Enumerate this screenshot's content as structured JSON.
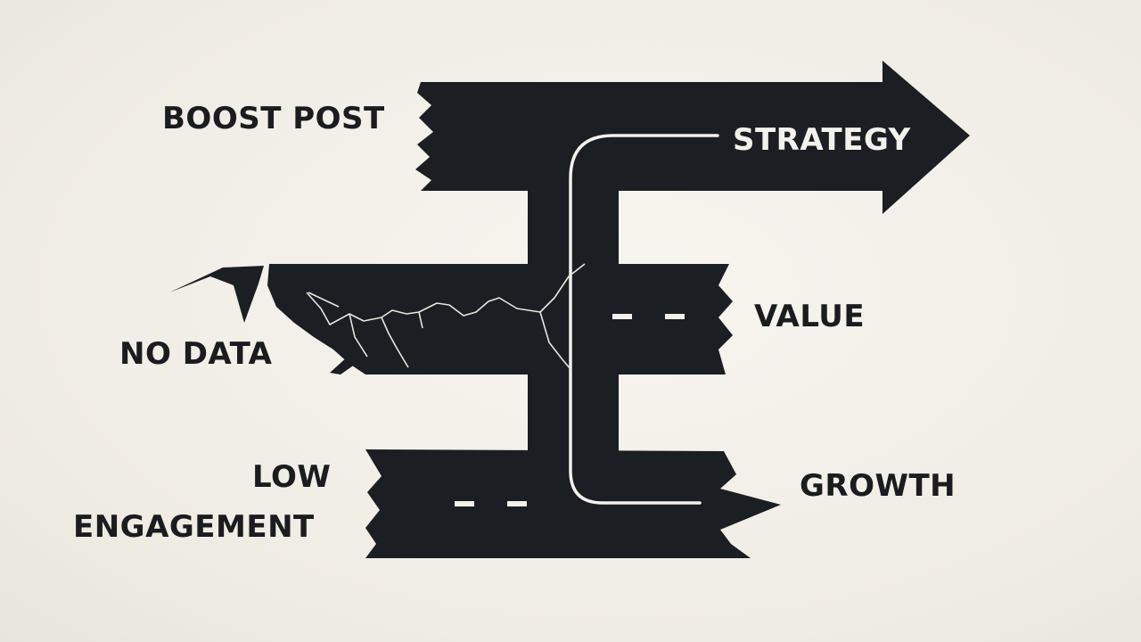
{
  "labels": {
    "boost_post": "BOOST POST",
    "strategy": "STRATEGY",
    "value": "VALUE",
    "no_data": "NO DATA",
    "low": "LOW",
    "engagement": "ENGAGEMENT",
    "growth": "GROWTH"
  },
  "colors": {
    "background": "#f1efe8",
    "road": "#1b1e22",
    "path_line": "#f3f1ec",
    "text_dark": "#1a1c1f"
  }
}
